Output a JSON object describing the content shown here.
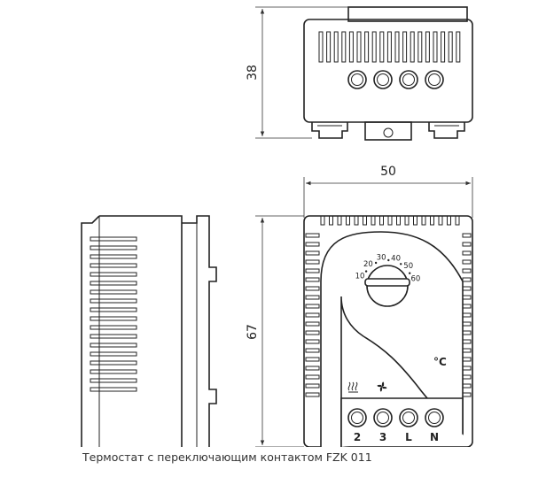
{
  "dimensions": {
    "top_view_height": "38",
    "front_width": "50",
    "front_height": "67"
  },
  "scale_labels": [
    "10",
    "20",
    "30",
    "40",
    "50",
    "60"
  ],
  "unit_label": "°C",
  "terminals": [
    "2",
    "3",
    "L",
    "N"
  ],
  "caption": "Термостат с переключающим контактом FZK 011",
  "icons": [
    "heater-icon",
    "fan-icon"
  ]
}
